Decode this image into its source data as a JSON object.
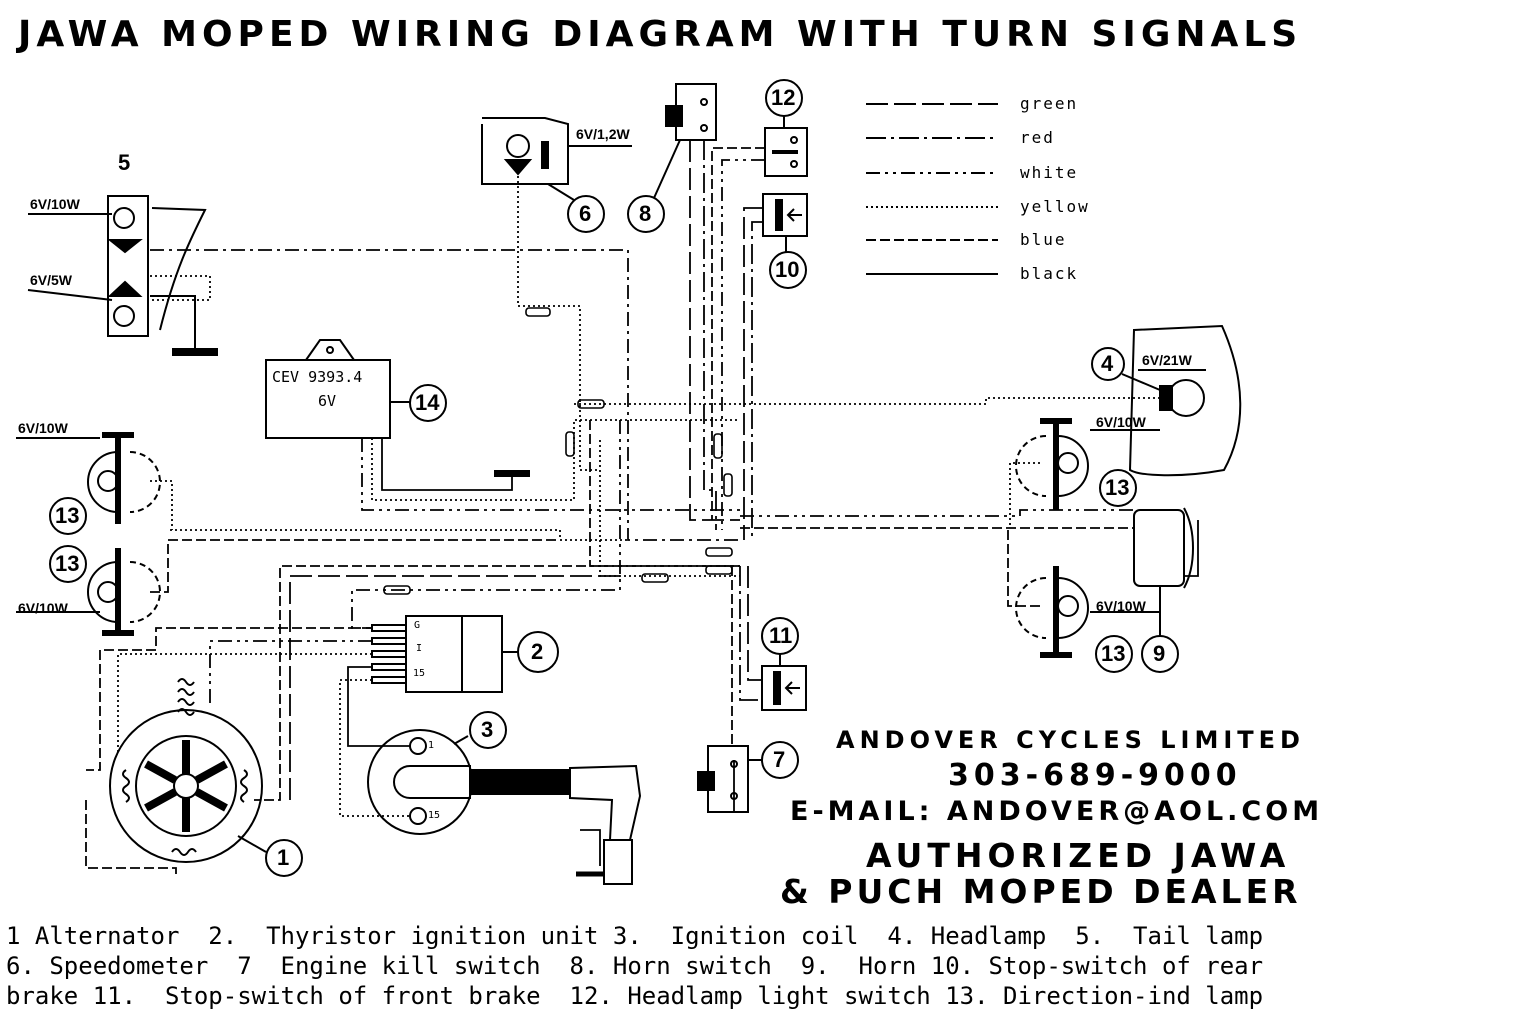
{
  "title": "JAWA MOPED WIRING DIAGRAM WITH TURN SIGNALS",
  "legend": [
    {
      "label": "green"
    },
    {
      "label": "red"
    },
    {
      "label": "white"
    },
    {
      "label": "yellow"
    },
    {
      "label": "blue"
    },
    {
      "label": "black"
    }
  ],
  "ratings": {
    "tail_top": "6V/10W",
    "tail_bottom": "6V/5W",
    "speedo_bulb": "6V/1,2W",
    "left_top_indicator": "6V/10W",
    "left_bottom_indicator": "6V/10W",
    "headlamp": "6V/21W",
    "right_top_indicator": "6V/10W",
    "right_bottom_indicator": "6V/10W"
  },
  "cev": {
    "line1": "CEV   9393.4",
    "line2": "6V"
  },
  "ignition_terminals": {
    "g": "G",
    "i": "I",
    "t15": "15"
  },
  "coil_terminals": {
    "t1": "1",
    "t15": "15"
  },
  "callouts": {
    "n1": "1",
    "n2": "2",
    "n3": "3",
    "n4": "4",
    "n5": "5",
    "n6": "6",
    "n7": "7",
    "n8": "8",
    "n9": "9",
    "n10": "10",
    "n11": "11",
    "n12": "12",
    "n13a": "13",
    "n13b": "13",
    "n13c": "13",
    "n13d": "13",
    "n14": "14"
  },
  "dealer": {
    "line1": "ANDOVER CYCLES LIMITED",
    "line2": "303-689-9000",
    "line3": "E-MAIL: ANDOVER@AOL.COM",
    "line4": "AUTHORIZED JAWA",
    "line5": "& PUCH MOPED DEALER"
  },
  "key_lines": [
    "1 Alternator  2.  Thyristor ignition unit 3.  Ignition coil  4. Headlamp  5.  Tail lamp",
    "6. Speedometer  7  Engine kill switch  8. Horn switch  9.  Horn 10. Stop-switch of rear",
    "brake 11.  Stop-switch of front brake  12. Headlamp light switch 13. Direction-ind lamp"
  ]
}
